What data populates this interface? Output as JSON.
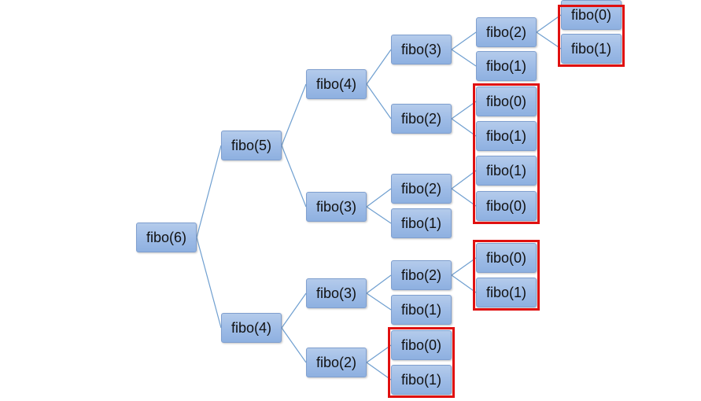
{
  "diagram": {
    "nodes": [
      {
        "id": "n1",
        "label": "fibo(6)",
        "depth": 0,
        "highlight": false
      },
      {
        "id": "n2",
        "label": "fibo(5)",
        "depth": 1,
        "highlight": false
      },
      {
        "id": "n3",
        "label": "fibo(4)",
        "depth": 1,
        "highlight": false
      },
      {
        "id": "n4",
        "label": "fibo(4)",
        "depth": 2,
        "highlight": false
      },
      {
        "id": "n5",
        "label": "fibo(3)",
        "depth": 2,
        "highlight": false
      },
      {
        "id": "n6",
        "label": "fibo(3)",
        "depth": 2,
        "highlight": false
      },
      {
        "id": "n7",
        "label": "fibo(2)",
        "depth": 2,
        "highlight": false
      },
      {
        "id": "n8",
        "label": "fibo(3)",
        "depth": 3,
        "highlight": false
      },
      {
        "id": "n9",
        "label": "fibo(2)",
        "depth": 3,
        "highlight": false
      },
      {
        "id": "n10",
        "label": "fibo(2)",
        "depth": 3,
        "highlight": false
      },
      {
        "id": "n11",
        "label": "fibo(1)",
        "depth": 3,
        "highlight": false
      },
      {
        "id": "n12",
        "label": "fibo(2)",
        "depth": 3,
        "highlight": false
      },
      {
        "id": "n13",
        "label": "fibo(1)",
        "depth": 3,
        "highlight": false
      },
      {
        "id": "n14",
        "label": "fibo(0)",
        "depth": 3,
        "highlight": true
      },
      {
        "id": "n15",
        "label": "fibo(1)",
        "depth": 3,
        "highlight": true
      },
      {
        "id": "n16",
        "label": "fibo(2)",
        "depth": 4,
        "highlight": false
      },
      {
        "id": "n17",
        "label": "fibo(1)",
        "depth": 4,
        "highlight": false
      },
      {
        "id": "n18",
        "label": "fibo(0)",
        "depth": 4,
        "highlight": true
      },
      {
        "id": "n19",
        "label": "fibo(1)",
        "depth": 4,
        "highlight": true
      },
      {
        "id": "n20",
        "label": "fibo(1)",
        "depth": 4,
        "highlight": true
      },
      {
        "id": "n21",
        "label": "fibo(0)",
        "depth": 4,
        "highlight": true
      },
      {
        "id": "n22",
        "label": "fibo(0)",
        "depth": 4,
        "highlight": true
      },
      {
        "id": "n23",
        "label": "fibo(1)",
        "depth": 4,
        "highlight": true
      },
      {
        "id": "n24",
        "label": "fibo(0)",
        "depth": 5,
        "highlight": true
      },
      {
        "id": "n25",
        "label": "fibo(1)",
        "depth": 5,
        "highlight": true
      }
    ],
    "edges": [
      [
        "n1",
        "n2"
      ],
      [
        "n1",
        "n3"
      ],
      [
        "n2",
        "n4"
      ],
      [
        "n2",
        "n5"
      ],
      [
        "n3",
        "n6"
      ],
      [
        "n3",
        "n7"
      ],
      [
        "n4",
        "n8"
      ],
      [
        "n4",
        "n9"
      ],
      [
        "n5",
        "n10"
      ],
      [
        "n5",
        "n11"
      ],
      [
        "n6",
        "n12"
      ],
      [
        "n6",
        "n13"
      ],
      [
        "n7",
        "n14"
      ],
      [
        "n7",
        "n15"
      ],
      [
        "n8",
        "n16"
      ],
      [
        "n8",
        "n17"
      ],
      [
        "n9",
        "n18"
      ],
      [
        "n9",
        "n19"
      ],
      [
        "n10",
        "n20"
      ],
      [
        "n10",
        "n21"
      ],
      [
        "n12",
        "n22"
      ],
      [
        "n12",
        "n23"
      ],
      [
        "n16",
        "n24"
      ],
      [
        "n16",
        "n25"
      ]
    ],
    "highlight_groups": [
      [
        "n24",
        "n25"
      ],
      [
        "n18",
        "n19",
        "n20",
        "n21"
      ],
      [
        "n22",
        "n23"
      ],
      [
        "n14",
        "n15"
      ]
    ],
    "colors": {
      "node_fill": "#9dbbe6",
      "node_border": "#7f9fcf",
      "edge": "#6f9fd0",
      "highlight": "#e01010"
    }
  }
}
